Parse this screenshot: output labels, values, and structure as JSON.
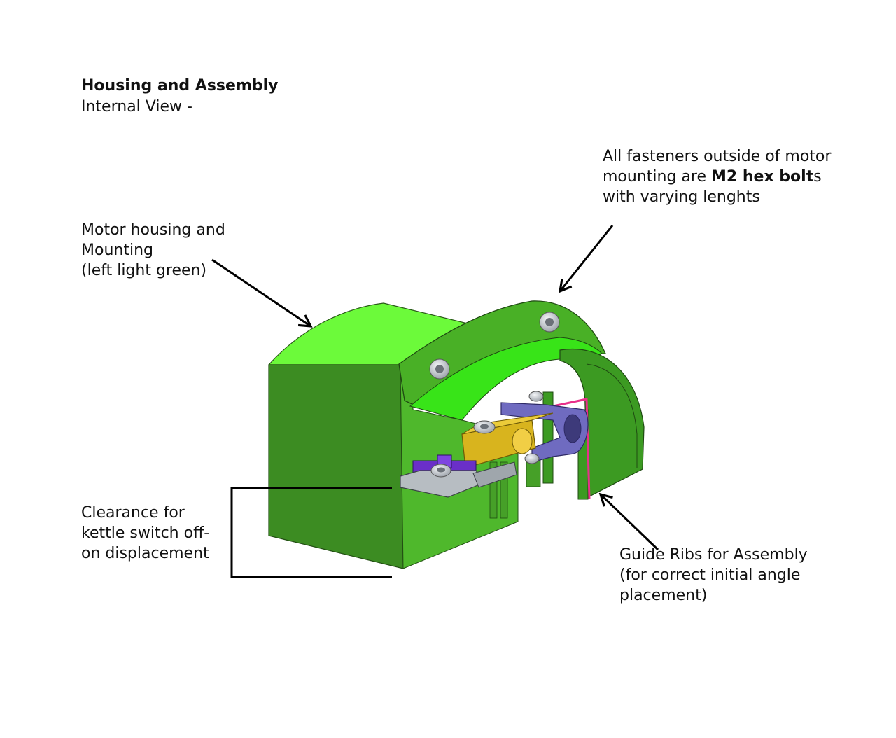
{
  "header": {
    "title": "Housing and Assembly",
    "subtitle": "Internal View -"
  },
  "annotations": {
    "fasteners": {
      "line1": "All fasteners outside of motor",
      "line2_prefix": "mounting are ",
      "line2_bold": "M2 hex bolt",
      "line2_suffix": "s",
      "line3": "with varying lenghts"
    },
    "motor_housing": {
      "line1": "Motor housing and",
      "line2": "Mounting",
      "line3": "(left light green)"
    },
    "clearance": {
      "line1": "Clearance for",
      "line2": "kettle switch off-",
      "line3": "on displacement"
    },
    "guide_ribs": {
      "line1": "Guide Ribs for Assembly",
      "line2": "(for correct initial angle",
      "line3": "placement)"
    }
  },
  "colors": {
    "housing_light": "#6CFA3A",
    "housing_face": "#3C8C22",
    "housing_mid": "#4FB82C",
    "arm_blue": "#6F6BC0",
    "yellow_part": "#D8B41E",
    "purple_part": "#6A2FC8",
    "rib_highlight": "#E8308A",
    "bolt_grey": "#C8CCD2"
  }
}
